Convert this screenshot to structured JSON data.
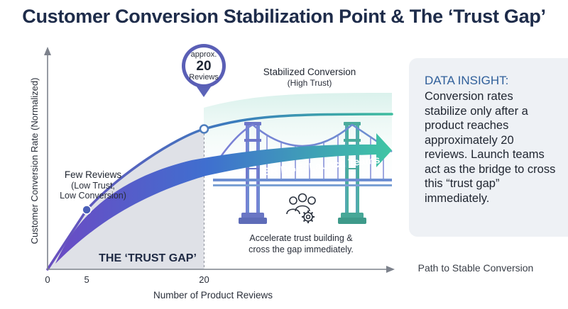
{
  "title": "Customer Conversion Stabilization Point & The ‘Trust Gap’",
  "chart_data": {
    "type": "line",
    "x": [
      0,
      5,
      20,
      44
    ],
    "values": [
      0,
      0.28,
      0.66,
      0.73
    ],
    "xlabel": "Number of Product Reviews",
    "ylabel": "Customer Conversion Rate (Normalized)",
    "x_ticks": [
      {
        "value": 0,
        "label": "0"
      },
      {
        "value": 5,
        "label": "5"
      },
      {
        "value": 20,
        "label": "20"
      }
    ],
    "xlim": [
      0,
      44
    ],
    "ylim": [
      0,
      1
    ],
    "grid": false,
    "annotations": {
      "few_reviews": {
        "title": "Few Reviews",
        "line1": "(Low Trust,",
        "line2": "Low Conversion)"
      },
      "stabilized": {
        "title": "Stabilized Conversion",
        "subtitle": "(High Trust)"
      },
      "pin": {
        "top": "approx.",
        "value": "20",
        "bottom": "Reviews"
      },
      "trust_gap": "THE ‘TRUST GAP’",
      "bridge_arrow": "BRIDGE: Launch Teams",
      "accelerate_line1": "Accelerate trust building &",
      "accelerate_line2": "cross the gap immediately.",
      "path_label": "Path to Stable Conversion"
    },
    "colors": {
      "curve_start": "#6a4fbf",
      "curve_end": "#3dbd9e",
      "gap_fill": "#dfe1e7",
      "arrow_start": "#6b4bc4",
      "arrow_end": "#3fc6a3",
      "bridge": "#6a72c7",
      "bridge_right": "#4aa99a",
      "heading": "#2f5f9a"
    }
  },
  "insight": {
    "heading": "DATA INSIGHT:",
    "body": "Conversion rates stabilize only after a product reaches approximately 20 reviews. Launch teams act as the bridge to cross this “trust gap” immediately."
  },
  "icons": {
    "team": "team-gear-icon",
    "pin": "map-pin-icon"
  }
}
